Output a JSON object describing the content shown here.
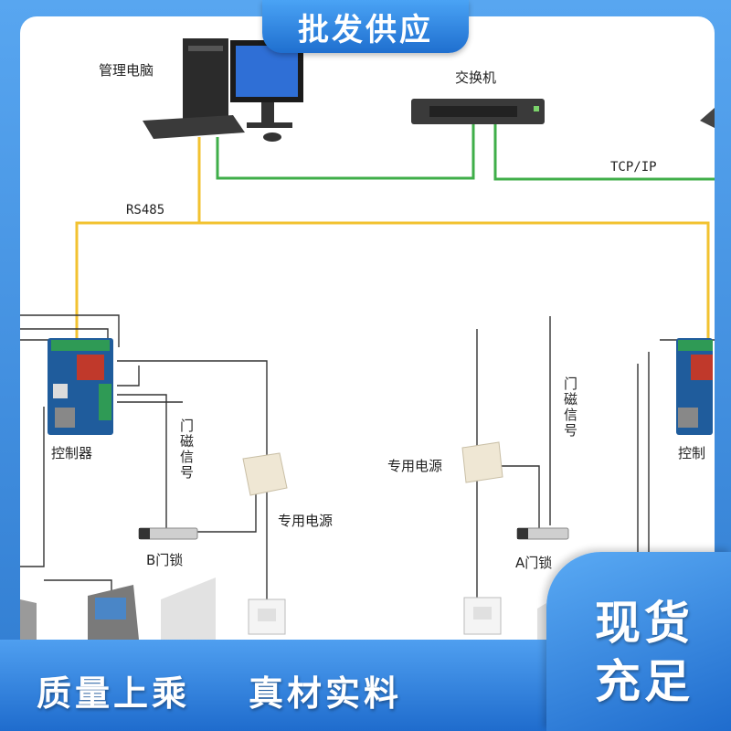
{
  "banner": {
    "top": "批发供应",
    "corner_line1": "现货",
    "corner_line2": "充足"
  },
  "slogans": {
    "left": "质量上乘",
    "right": "真材实料"
  },
  "diagram": {
    "pc_label": "管理电脑",
    "switch_label": "交换机",
    "tcpip_label": "TCP/IP",
    "rs485_label": "RS485",
    "controller_left_label": "控制器",
    "controller_right_label": "控制",
    "door_sensor_left": "门磁信号",
    "door_sensor_right": "门磁信号",
    "power_left": "专用电源",
    "power_right": "专用电源",
    "lock_b": "B门锁",
    "lock_a": "A门锁"
  },
  "colors": {
    "network": "#3fae49",
    "rs485": "#f2c230",
    "wire": "#333333",
    "brand": "#2f7bd0"
  }
}
